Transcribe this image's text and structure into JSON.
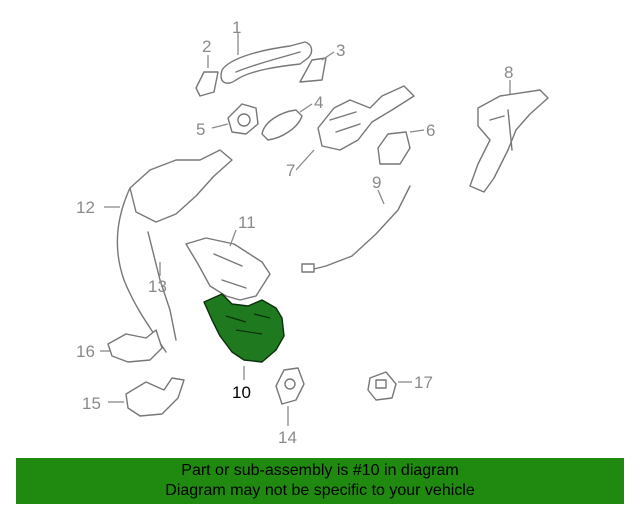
{
  "callouts": {
    "c1": "1",
    "c2": "2",
    "c3": "3",
    "c4": "4",
    "c5": "5",
    "c6": "6",
    "c7": "7",
    "c8": "8",
    "c9": "9",
    "c10": "10",
    "c11": "11",
    "c12": "12",
    "c13": "13",
    "c14": "14",
    "c15": "15",
    "c16": "16",
    "c17": "17"
  },
  "highlight": {
    "part_number": "10",
    "color": "#1f7a1f"
  },
  "banner": {
    "line1": "Part or sub-assembly is #10 in diagram",
    "line2": "Diagram may not be specific to your vehicle",
    "background": "#1f8a0f"
  }
}
